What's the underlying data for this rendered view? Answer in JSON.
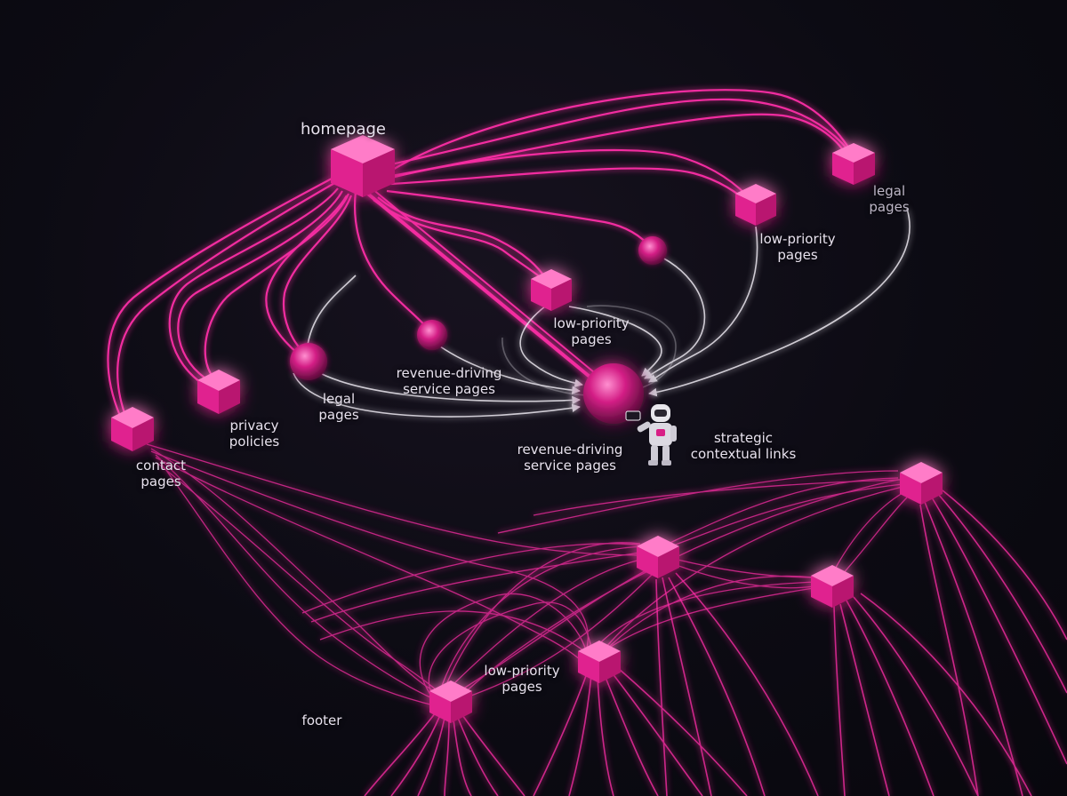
{
  "labels": {
    "homepage": "homepage",
    "legal_top_1": "legal",
    "legal_top_2": "pages",
    "low_top_1": "low-priority",
    "low_top_2": "pages",
    "low_mid_1": "low-priority",
    "low_mid_2": "pages",
    "rev_small_1": "revenue-driving",
    "rev_small_2": "service pages",
    "legal_mid_1": "legal",
    "legal_mid_2": "pages",
    "privacy_1": "privacy",
    "privacy_2": "policies",
    "contact_1": "contact",
    "contact_2": "pages",
    "rev_main_1": "revenue-driving",
    "rev_main_2": "service pages",
    "strategic_1": "strategic",
    "strategic_2": "contextual links",
    "low_bottom_1": "low-priority",
    "low_bottom_2": "pages",
    "footer": "footer"
  },
  "colors": {
    "background": "#0b0a12",
    "neon_pink": "#ff2fa8",
    "neon_pink_soft": "#ff5cbf",
    "white_link": "#f2eef6",
    "label": "#e8e2ee"
  },
  "icons": {
    "robot": "robot-icon"
  }
}
